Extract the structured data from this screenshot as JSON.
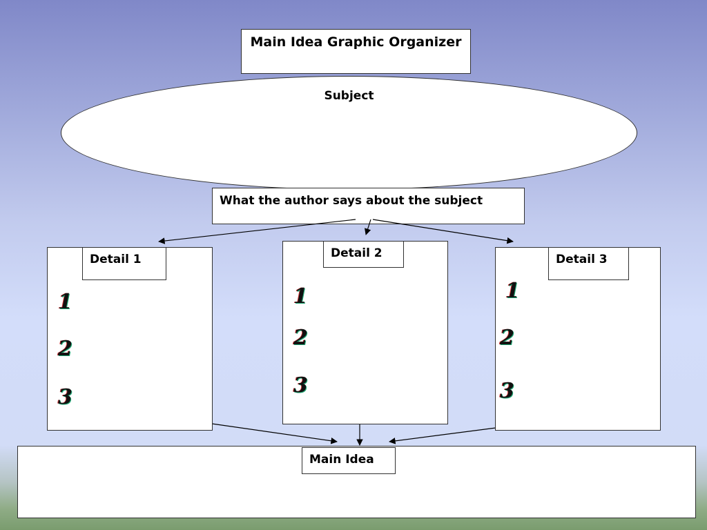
{
  "title": "Main Idea Graphic Organizer",
  "subject_label": "Subject",
  "author_label": "What the author says about the subject",
  "details": [
    {
      "label": "Detail 1",
      "numbers": [
        "1",
        "2",
        "3"
      ]
    },
    {
      "label": "Detail 2",
      "numbers": [
        "1",
        "2",
        "3"
      ]
    },
    {
      "label": "Detail 3",
      "numbers": [
        "1",
        "2",
        "3"
      ]
    }
  ],
  "main_idea_label": "Main Idea"
}
